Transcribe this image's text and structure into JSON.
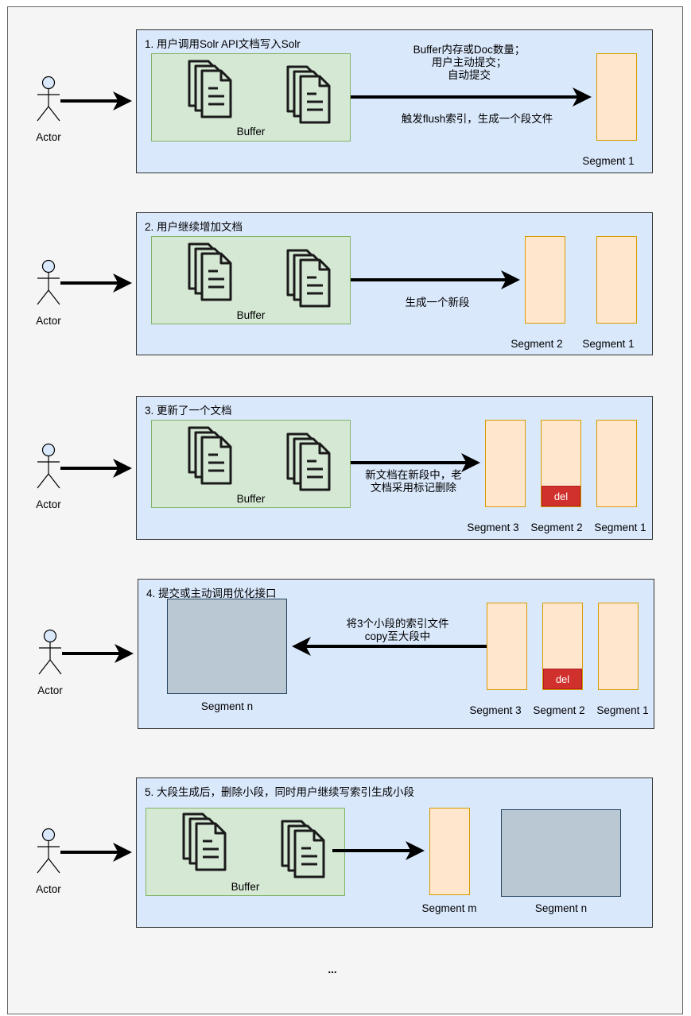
{
  "actor_label": "Actor",
  "buffer_label": "Buffer",
  "del_label": "del",
  "steps": [
    {
      "title": "1. 用户调用Solr API文档写入Solr",
      "arrow_text_top": [
        "Buffer内存或Doc数量；",
        "用户主动提交；",
        "自动提交"
      ],
      "arrow_text_bottom": "触发flush索引，生成一个段文件",
      "segments": [
        "Segment 1"
      ]
    },
    {
      "title": "2. 用户继续增加文档",
      "arrow_text_bottom": "生成一个新段",
      "segments": [
        "Segment 2",
        "Segment 1"
      ]
    },
    {
      "title": "3. 更新了一个文档",
      "arrow_text_bottom": [
        "新文档在新段中，老",
        "文档采用标记删除"
      ],
      "segments": [
        "Segment 3",
        "Segment 2",
        "Segment 1"
      ]
    },
    {
      "title": "4. 提交或主动调用优化接口",
      "arrow_text_top": [
        "将3个小段的索引文件",
        "copy至大段中"
      ],
      "big_segment": "Segment n",
      "segments": [
        "Segment 3",
        "Segment 2",
        "Segment 1"
      ]
    },
    {
      "title": "5. 大段生成后，删除小段，同时用户继续写索引生成小段",
      "small_segment": "Segment m",
      "big_segment": "Segment n"
    }
  ],
  "ellipsis": "..."
}
